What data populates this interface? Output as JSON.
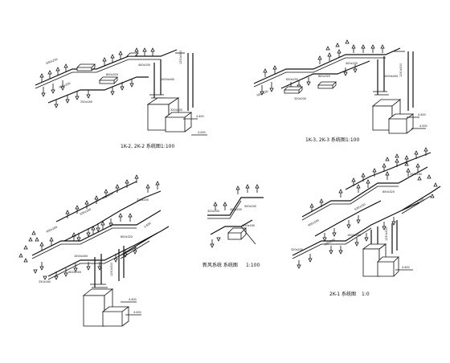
{
  "diagrams": [
    {
      "caption": "1K-2, 2K-2 系统图",
      "scale": "1:100"
    },
    {
      "caption": "1K-3, 2K-3 系统图",
      "scale": "1:100"
    },
    {
      "caption": "新风系统 系统图",
      "scale": "1:100"
    },
    {
      "caption": "2K-1 系统图",
      "scale": "1:0"
    }
  ],
  "duct_labels": {
    "a": "1000x400",
    "b": "800x320",
    "c": "630x250",
    "d": "500x200",
    "e": "400x200",
    "f": "320x200",
    "g": "250x160",
    "h": "1250x500",
    "i": "1600x500",
    "j": "4.400",
    "k": "4.000",
    "l": "3.800"
  }
}
